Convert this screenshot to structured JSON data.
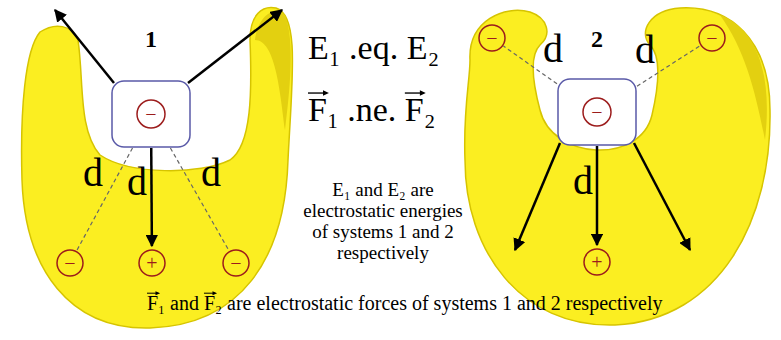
{
  "diagram": {
    "caption": "F₁ and F₂ are electrostatic forces of systems 1 and 2 respectively",
    "nodes": [
      {
        "text": [
          "−"
        ]
      },
      {
        "text": [
          "−"
        ]
      },
      {
        "text": [
          "+"
        ]
      },
      {
        "text": [
          "−"
        ]
      },
      {
        "text": [
          "−"
        ]
      },
      {
        "text": [
          "−"
        ]
      },
      {
        "text": [
          "−"
        ]
      },
      {
        "text": [
          "+"
        ]
      }
    ],
    "edges": [
      {
        "from": 0,
        "to": 1,
        "label": "d",
        "arrow": "none"
      },
      {
        "from": 0,
        "to": 2,
        "label": "d",
        "arrow": "to"
      },
      {
        "from": 0,
        "to": 3,
        "label": "d",
        "arrow": "none"
      },
      {
        "from": 4,
        "to": 5,
        "label": "d",
        "arrow": "none"
      },
      {
        "from": 4,
        "to": 6,
        "label": "d",
        "arrow": "none"
      },
      {
        "from": 4,
        "to": 7,
        "label": "d",
        "arrow": "to"
      }
    ],
    "labels": [
      "1",
      "E₁ .eq. E₂",
      "F₁ .ne. F₂",
      "2",
      "E₁ and E₂ are electrostatic energies of systems 1 and 2 respectively"
    ]
  }
}
